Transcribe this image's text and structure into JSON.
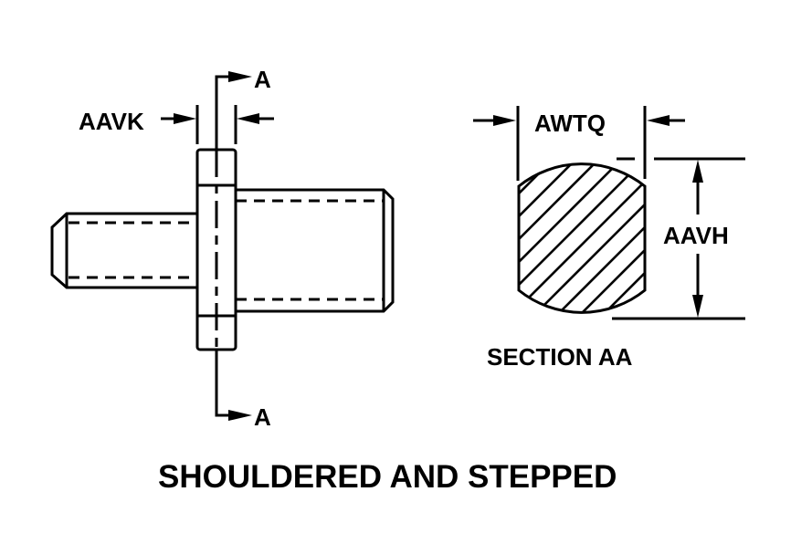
{
  "drawing": {
    "title": "SHOULDERED AND STEPPED",
    "side_view": {
      "section_marker_top": "A",
      "section_marker_bottom": "A",
      "dimension_label": "AAVK"
    },
    "section_view": {
      "caption": "SECTION AA",
      "width_label": "AWTQ",
      "height_label": "AAVH"
    },
    "colors": {
      "line": "#000000",
      "background": "#ffffff"
    }
  }
}
